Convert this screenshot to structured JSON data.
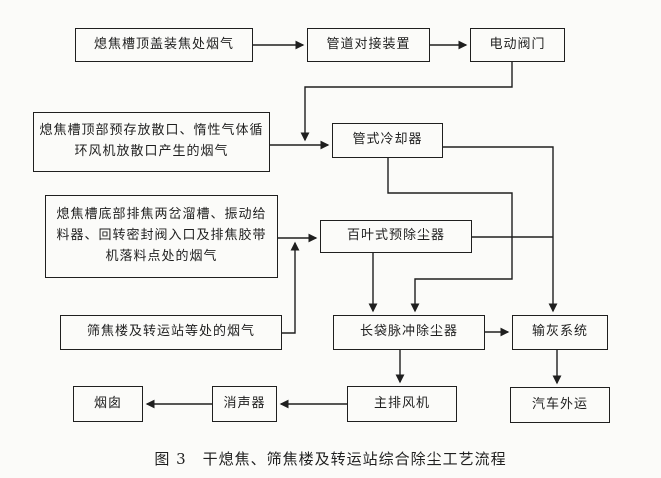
{
  "colors": {
    "ink": "#1f1f1f",
    "paper": "#fbfbf9"
  },
  "figure": {
    "caption": "图 3　干熄焦、筛焦楼及转运站综合除尘工艺流程"
  },
  "nodes": {
    "top_cover_smoke": {
      "label": "熄焦槽顶盖装焦处烟气"
    },
    "pipe_dock": {
      "label": "管道对接装置"
    },
    "electric_valve": {
      "label": "电动阀门"
    },
    "top_vent_smoke": {
      "label": "熄焦槽顶部预存放散口、惰性气体循\n环风机放散口产生的烟气"
    },
    "tube_cooler": {
      "label": "管式冷却器"
    },
    "bottom_discharge_smoke": {
      "label": "熄焦槽底部排焦两岔溜槽、振动给\n料器、回转密封阀入口及排焦胶带\n机落料点处的烟气"
    },
    "louver_precleaner": {
      "label": "百叶式预除尘器"
    },
    "screening_station_smoke": {
      "label": "筛焦楼及转运站等处的烟气"
    },
    "bag_pulse_filter": {
      "label": "长袋脉冲除尘器"
    },
    "ash_conveying_system": {
      "label": "输灰系统"
    },
    "chimney": {
      "label": "烟囱"
    },
    "silencer": {
      "label": "消声器"
    },
    "main_fan": {
      "label": "主排风机"
    },
    "truck_transport": {
      "label": "汽车外运"
    }
  }
}
